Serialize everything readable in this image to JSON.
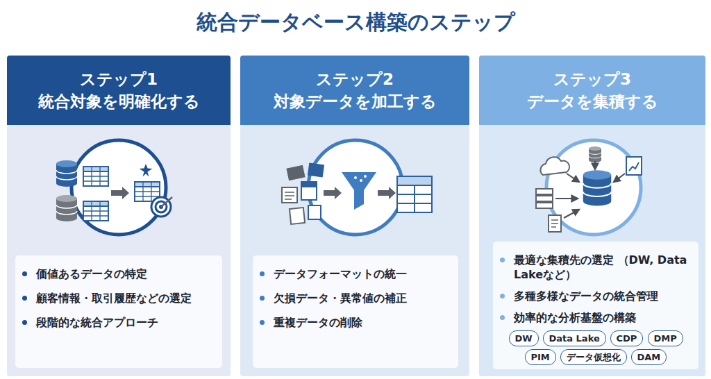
{
  "diagram": {
    "title": "統合データベース構築のステップ",
    "nodes": [
      {
        "text": [
          "ステップ1",
          "統合対象を明確化する"
        ]
      },
      {
        "text": [
          "価値あるデータの特定",
          "顧客情報・取引履歴などの選定",
          "段階的な統合アプローチ"
        ],
        "in": 0
      },
      {
        "text": [
          "ステップ2",
          "対象データを加工する"
        ]
      },
      {
        "text": [
          "データフォーマットの統一",
          "欠損データ・異常値の補正",
          "重複データの削除"
        ],
        "in": 2
      },
      {
        "text": [
          "ステップ3",
          "データを集積する"
        ]
      },
      {
        "text": [
          "最適な集積先の選定 （DW, Data Lakeなど）",
          "多種多様なデータの統合管理",
          "効率的な分析基盤の構築"
        ],
        "in": 4
      },
      {
        "text": [
          "DW"
        ],
        "in": 5
      },
      {
        "text": [
          "Data Lake"
        ],
        "in": 5
      },
      {
        "text": [
          "CDP"
        ],
        "in": 5
      },
      {
        "text": [
          "DMP"
        ],
        "in": 5
      },
      {
        "text": [
          "PIM"
        ],
        "in": 5
      },
      {
        "text": [
          "データ仮想化"
        ],
        "in": 5
      },
      {
        "text": [
          "DAM"
        ],
        "in": 5
      }
    ]
  }
}
